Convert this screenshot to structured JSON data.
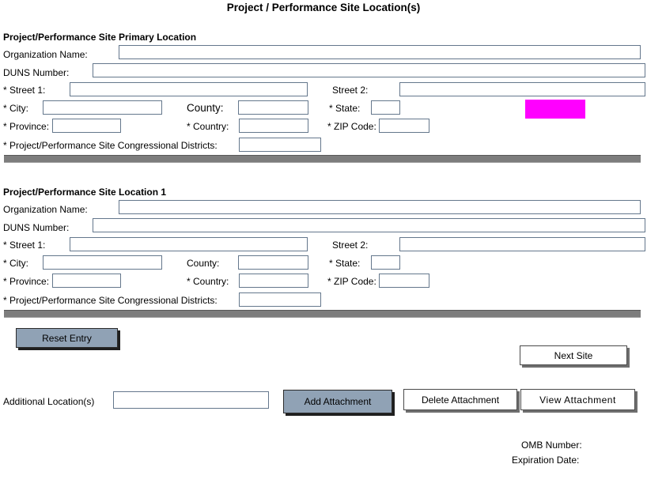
{
  "title": "Project / Performance Site Location(s)",
  "sections": [
    {
      "heading": "Project/Performance Site Primary Location",
      "labels": {
        "organization_name": "Organization Name:",
        "duns_number": "DUNS Number:",
        "street1": "* Street 1:",
        "street2": "Street 2:",
        "city": "* City:",
        "county": "County:",
        "state": "* State:",
        "province": "* Province:",
        "country": "* Country:",
        "zip_code": "* ZIP Code:",
        "congressional_districts": "* Project/Performance Site Congressional Districts:"
      }
    },
    {
      "heading": "Project/Performance Site Location 1",
      "labels": {
        "organization_name": "Organization Name:",
        "duns_number": "DUNS Number:",
        "street1": "* Street 1:",
        "street2": "Street 2:",
        "city": "* City:",
        "county": "County:",
        "state": "* State:",
        "province": "* Province:",
        "country": "* Country:",
        "zip_code": "* ZIP Code:",
        "congressional_districts": "* Project/Performance Site Congressional Districts:"
      }
    }
  ],
  "controls": {
    "reset_entry": "Reset Entry",
    "next_site": "Next Site",
    "additional_locations": "Additional Location(s)",
    "add_attachment": "Add Attachment",
    "delete_attachment": "Delete Attachment",
    "view_attachment": "View Attachment"
  },
  "footer": {
    "omb_number_label": "OMB Number:",
    "expiration_date_label": "Expiration Date:"
  },
  "colors": {
    "accent_button": "#90a2b5",
    "highlight": "#ff00ff",
    "divider": "#7d7d7d",
    "input_border": "#64778c"
  }
}
